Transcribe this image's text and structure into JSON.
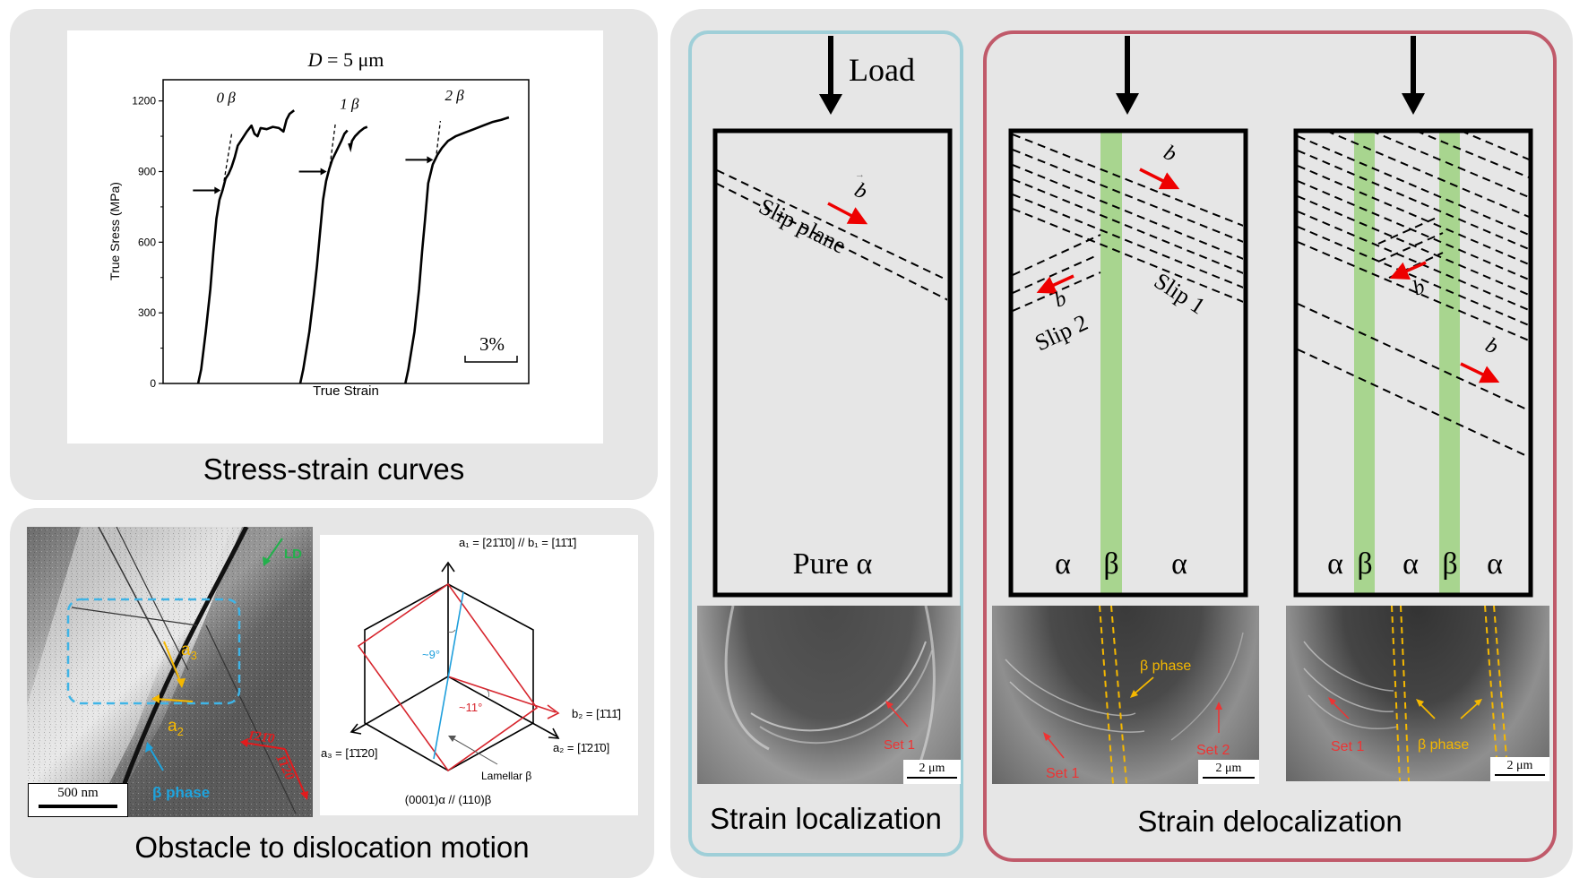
{
  "panels": {
    "stress_strain": {
      "caption": "Stress-strain curves"
    },
    "obstacle": {
      "caption": "Obstacle to dislocation motion",
      "tem": {
        "scale_bar": "500 nm",
        "labels": {
          "ld": "LD",
          "a3": "a3",
          "a2": "a2",
          "beta_phase": "β phase",
          "dir1": "1̄21̄0",
          "dir2": "1̄1̄20"
        },
        "colors": {
          "ld": "#22b14c",
          "a": "#f5b800",
          "beta": "#1fa3dc",
          "dir": "#e31a1c",
          "roi": "#3fb4e6"
        }
      },
      "crystal_diagram": {
        "a1_label": "a₁ = [21̄1̄0] // b₁ = [11̄1̄]",
        "b2_label": "b₂ = [1̄11̄]",
        "a2_label": "a₂ = [1̄21̄0]",
        "a3_label": "a₃ = [1̄1̄20]",
        "angle_blue": "~9°",
        "angle_red": "~11°",
        "lamellar_label": "Lamellar β",
        "plane_relation": "(0001)α // (110)β",
        "colors": {
          "hex": "#000000",
          "red": "#d7262e",
          "blue": "#1f9fdc"
        }
      }
    },
    "localization": {
      "caption": "Strain localization",
      "border_color": "#9fcfd8",
      "load_label": "Load",
      "slip_plane_label": "Slip plane",
      "burgers_label": "b",
      "phase_label": "Pure α",
      "sem": {
        "annotation": "Set 1",
        "scale_bar": "2 μm"
      }
    },
    "delocalization": {
      "caption": "Strain delocalization",
      "border_color": "#c05a6a",
      "one_beta": {
        "phases": [
          "α",
          "β",
          "α"
        ],
        "slip1_label": "Slip 1",
        "slip2_label": "Slip 2",
        "burgers_label": "b",
        "sem": {
          "annotations": [
            "β phase",
            "Set 1",
            "Set 2"
          ],
          "scale_bar": "2 μm"
        }
      },
      "two_beta": {
        "phases": [
          "α",
          "β",
          "α",
          "β",
          "α"
        ],
        "burgers_label": "b",
        "sem": {
          "annotations": [
            "Set 1",
            "β phase"
          ],
          "scale_bar": "2 μm"
        }
      },
      "beta_color": "#a8d58f"
    }
  },
  "chart_data": {
    "type": "line",
    "title": "D = 5 μm",
    "xlabel": "True Strain",
    "ylabel": "True Sress (MPa)",
    "ylim": [
      0,
      1290
    ],
    "yticks": [
      0,
      300,
      600,
      900,
      1200
    ],
    "xlim": [
      0,
      24
    ],
    "scale_bar_label": "3%",
    "scale_bar_strain": 3,
    "grid": false,
    "series": [
      {
        "name": "0 β",
        "x_offset": 0,
        "yield": 820,
        "points": [
          [
            2.3,
            0
          ],
          [
            2.5,
            60
          ],
          [
            2.8,
            220
          ],
          [
            3.1,
            400
          ],
          [
            3.3,
            560
          ],
          [
            3.5,
            700
          ],
          [
            3.7,
            780
          ],
          [
            3.9,
            820
          ],
          [
            4.1,
            870
          ],
          [
            4.3,
            890
          ],
          [
            4.5,
            920
          ],
          [
            4.7,
            960
          ],
          [
            4.9,
            1010
          ],
          [
            5.2,
            1040
          ],
          [
            5.5,
            1070
          ],
          [
            5.8,
            1095
          ],
          [
            6.0,
            1060
          ],
          [
            6.2,
            1050
          ],
          [
            6.4,
            1085
          ],
          [
            6.8,
            1080
          ],
          [
            7.2,
            1090
          ],
          [
            7.6,
            1085
          ],
          [
            7.9,
            1070
          ],
          [
            8.1,
            1120
          ],
          [
            8.3,
            1145
          ],
          [
            8.6,
            1160
          ]
        ],
        "tangent": [
          [
            4.0,
            860
          ],
          [
            4.5,
            1060
          ]
        ]
      },
      {
        "name": "1 β",
        "x_offset": 0,
        "yield": 900,
        "points": [
          [
            9.0,
            0
          ],
          [
            9.2,
            60
          ],
          [
            9.6,
            220
          ],
          [
            9.9,
            380
          ],
          [
            10.1,
            500
          ],
          [
            10.3,
            640
          ],
          [
            10.5,
            780
          ],
          [
            10.7,
            860
          ],
          [
            10.9,
            910
          ],
          [
            11.1,
            950
          ],
          [
            11.4,
            990
          ],
          [
            11.7,
            1030
          ],
          [
            11.9,
            1060
          ],
          [
            12.1,
            1075
          ]
        ],
        "points_b": [
          [
            12.2,
            1020
          ],
          [
            12.3,
            1000
          ],
          [
            12.4,
            1030
          ],
          [
            12.6,
            1050
          ],
          [
            12.9,
            1070
          ],
          [
            13.2,
            1085
          ],
          [
            13.4,
            1090
          ]
        ],
        "tangent": [
          [
            10.9,
            900
          ],
          [
            11.3,
            1100
          ]
        ]
      },
      {
        "name": "2 β",
        "x_offset": 0,
        "yield": 950,
        "points": [
          [
            15.9,
            0
          ],
          [
            16.1,
            60
          ],
          [
            16.5,
            220
          ],
          [
            16.8,
            400
          ],
          [
            17.0,
            560
          ],
          [
            17.2,
            700
          ],
          [
            17.4,
            850
          ],
          [
            17.7,
            930
          ],
          [
            18.0,
            970
          ],
          [
            18.3,
            1000
          ],
          [
            18.7,
            1030
          ],
          [
            19.2,
            1050
          ],
          [
            19.8,
            1065
          ],
          [
            20.4,
            1080
          ],
          [
            21.0,
            1095
          ],
          [
            21.6,
            1110
          ],
          [
            22.2,
            1120
          ],
          [
            22.7,
            1130
          ]
        ],
        "tangent": [
          [
            17.9,
            950
          ],
          [
            18.2,
            1115
          ]
        ]
      }
    ],
    "annotations": [
      "0 β",
      "1 β",
      "2 β"
    ]
  }
}
